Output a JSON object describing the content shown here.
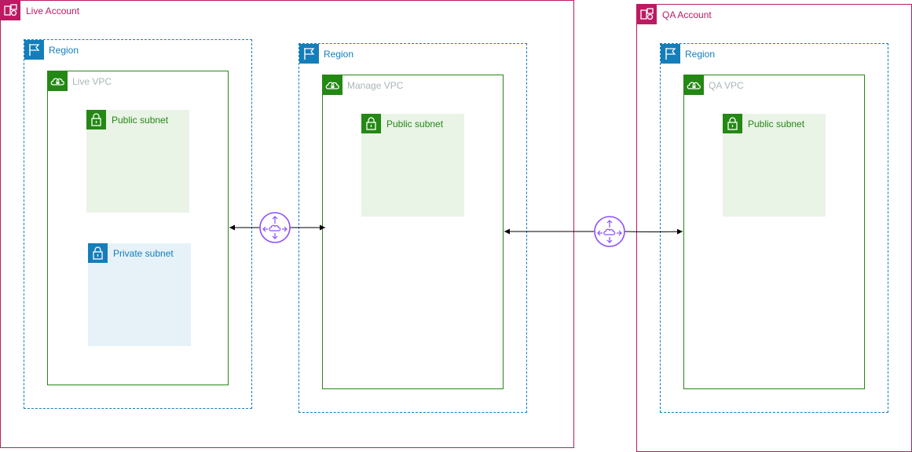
{
  "colors": {
    "account": "#bc1a63",
    "region": "#147eba",
    "vpc": "#248814",
    "vpc_label": "#aab7b8",
    "public_subnet_fill": "#e9f3e6",
    "private_subnet_fill": "#e6f2f8",
    "peering": "#8c4fff",
    "connector": "#000000"
  },
  "icons": {
    "account": "account-icon",
    "region": "region-flag-icon",
    "vpc": "vpc-cloud-lock-icon",
    "subnet": "padlock-icon",
    "peering": "vpc-peering-icon"
  },
  "live_account": {
    "label": "Live Account",
    "region_primary": {
      "label": "Region",
      "vpc": {
        "label": "Live VPC",
        "public_subnet": {
          "label": "Public subnet"
        },
        "private_subnet": {
          "label": "Private subnet"
        }
      }
    },
    "region_manage": {
      "label": "Region",
      "vpc": {
        "label": "Manage VPC",
        "public_subnet": {
          "label": "Public subnet"
        }
      }
    }
  },
  "qa_account": {
    "label": "QA Account",
    "region": {
      "label": "Region",
      "vpc": {
        "label": "QA VPC",
        "public_subnet": {
          "label": "Public subnet"
        }
      }
    }
  },
  "connections": [
    {
      "from": "Live VPC",
      "to": "Manage VPC",
      "via": "VPC peering",
      "direction": "bidirectional"
    },
    {
      "from": "Manage VPC",
      "to": "QA VPC",
      "via": "VPC peering",
      "direction": "bidirectional"
    }
  ]
}
